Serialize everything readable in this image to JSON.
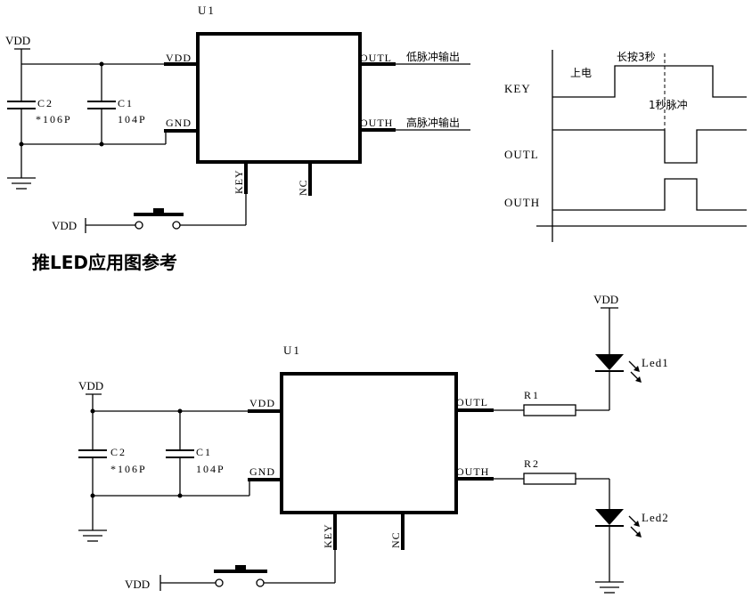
{
  "top": {
    "chip_label": "U1",
    "vdd_label": "VDD",
    "pins": {
      "vdd": "VDD",
      "gnd": "GND",
      "outl": "OUTL",
      "outh": "OUTH",
      "key": "KEY",
      "nc": "NC"
    },
    "outl_note": "低脉冲输出",
    "outh_note": "高脉冲输出",
    "c2_name": "C2",
    "c2_value": "*106P",
    "c1_name": "C1",
    "c1_value": "104P",
    "switch_vdd": "VDD"
  },
  "timing": {
    "key_label": "KEY",
    "outl_label": "OUTL",
    "outh_label": "OUTH",
    "power_on_note": "上电",
    "long_press_note": "长按3秒",
    "pulse_note": "1秒脉冲"
  },
  "section_title": "推LED应用图参考",
  "bottom": {
    "chip_label": "U1",
    "vdd_label": "VDD",
    "pins": {
      "vdd": "VDD",
      "gnd": "GND",
      "outl": "OUTL",
      "outh": "OUTH",
      "key": "KEY",
      "nc": "NC"
    },
    "c2_name": "C2",
    "c2_value": "*106P",
    "c1_name": "C1",
    "c1_value": "104P",
    "switch_vdd": "VDD",
    "led_vdd": "VDD",
    "r1": "R1",
    "r2": "R2",
    "led1": "Led1",
    "led2": "Led2"
  }
}
